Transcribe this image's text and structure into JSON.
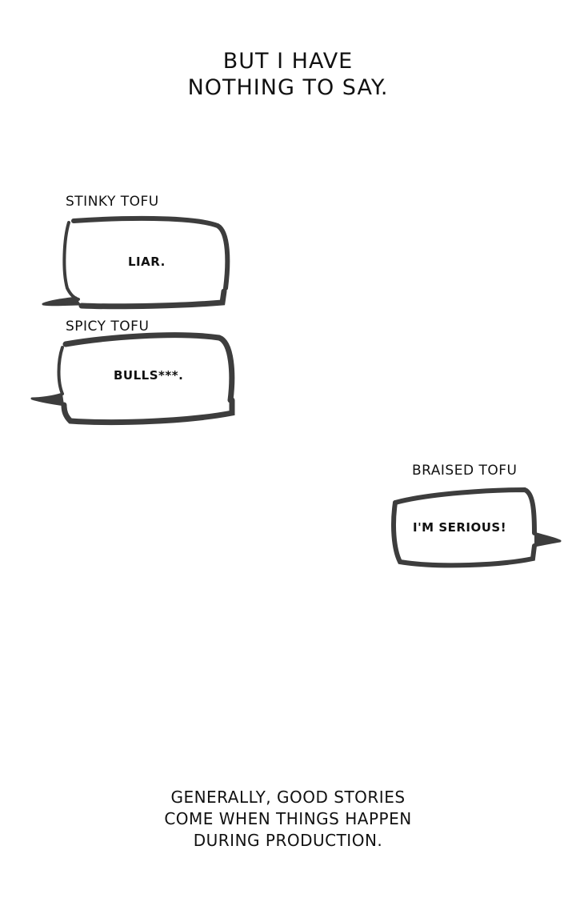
{
  "panel": {
    "top_caption": [
      "BUT I HAVE",
      "NOTHING TO SAY."
    ],
    "dialogues": [
      {
        "speaker": "STINKY TOFU",
        "line": "LIAR.",
        "tail": "left"
      },
      {
        "speaker": "SPICY TOFU",
        "line": "BULLS***.",
        "tail": "left"
      },
      {
        "speaker": "BRAISED TOFU",
        "line": "I'M SERIOUS!",
        "tail": "right"
      }
    ],
    "bottom_caption": [
      "GENERALLY, GOOD STORIES",
      "COME WHEN THINGS HAPPEN",
      "DURING PRODUCTION."
    ]
  },
  "colors": {
    "background": "#ffffff",
    "text": "#111111",
    "bubble_stroke": "#3d3d3d"
  }
}
